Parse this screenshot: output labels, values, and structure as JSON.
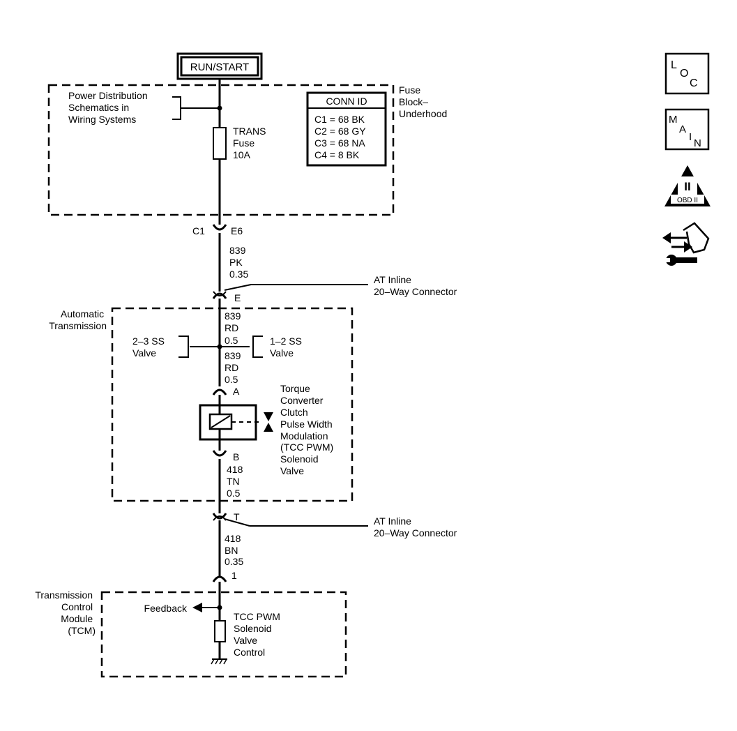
{
  "power_source": "RUN/START",
  "fuse_block": {
    "label": [
      "Fuse",
      "Block–",
      "Underhood"
    ],
    "power_distribution_ref": [
      "Power Distribution",
      "Schematics in",
      "Wiring Systems"
    ],
    "fuse": [
      "TRANS",
      "Fuse",
      "10A"
    ],
    "conn_id": {
      "title": "CONN ID",
      "rows": [
        "C1 = 68 BK",
        "C2 = 68 GY",
        "C3 = 68 NA",
        "C4 = 8 BK"
      ]
    }
  },
  "connector_c1": {
    "connector": "C1",
    "pin": "E6"
  },
  "wire_1": [
    "839",
    "PK",
    "0.35"
  ],
  "inline_connector_1": {
    "pin": "E",
    "label": [
      "AT Inline",
      "20–Way Connector"
    ]
  },
  "automatic_transmission": {
    "label": [
      "Automatic",
      "Transmission"
    ],
    "wire_upper": [
      "839",
      "RD",
      "0.5"
    ],
    "wire_lower": [
      "839",
      "RD",
      "0.5"
    ],
    "left_ref": [
      "2–3 SS",
      "Valve"
    ],
    "right_ref": [
      "1–2 SS",
      "Valve"
    ],
    "pin_a": "A",
    "pin_b": "B",
    "solenoid_label": [
      "Torque",
      "Converter",
      "Clutch",
      "Pulse Width",
      "Modulation",
      "(TCC PWM)",
      "Solenoid",
      "Valve"
    ],
    "wire_out": [
      "418",
      "TN",
      "0.5"
    ]
  },
  "inline_connector_2": {
    "pin": "T",
    "label": [
      "AT Inline",
      "20–Way Connector"
    ]
  },
  "wire_2": [
    "418",
    "BN",
    "0.35"
  ],
  "tcm_pin": "1",
  "tcm": {
    "label": [
      "Transmission",
      "Control",
      "Module",
      "(TCM)"
    ],
    "feedback": "Feedback",
    "control_label": [
      "TCC PWM",
      "Solenoid",
      "Valve",
      "Control"
    ]
  },
  "nav_icons": {
    "loc": [
      "L",
      "O",
      "C"
    ],
    "main": [
      "M",
      "A",
      "I",
      "N"
    ],
    "obd": {
      "numeral": "II",
      "label": "OBD II"
    },
    "service": "service-wrench-icon"
  }
}
